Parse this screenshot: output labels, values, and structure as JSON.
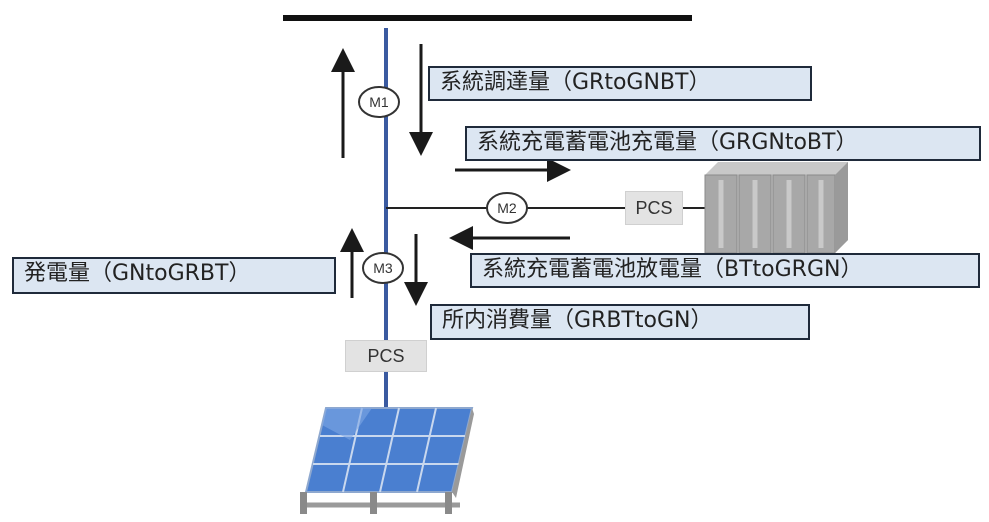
{
  "meters": {
    "m1": "M1",
    "m2": "M2",
    "m3": "M3"
  },
  "pcs": {
    "battery_pcs": "PCS",
    "solar_pcs": "PCS"
  },
  "flows": {
    "grid_purchase": "系統調達量（GRtoGNBT）",
    "grid_charge": "系統充電蓄電池充電量（GRGNtoBT）",
    "grid_discharge": "系統充電蓄電池放電量（BTtoGRGN）",
    "generation": "発電量（GNtoGRBT）",
    "self_consumption": "所内消費量（GRBTtoGN）"
  },
  "colors": {
    "main_line": "#3a5aa0",
    "label_fill": "#dce6f2",
    "label_border": "#1f2a3a",
    "battery": "#a6a6a6",
    "panel": "#4a7fd0"
  },
  "icons": {
    "battery": "battery-bank-icon",
    "solar": "solar-panel-icon"
  }
}
